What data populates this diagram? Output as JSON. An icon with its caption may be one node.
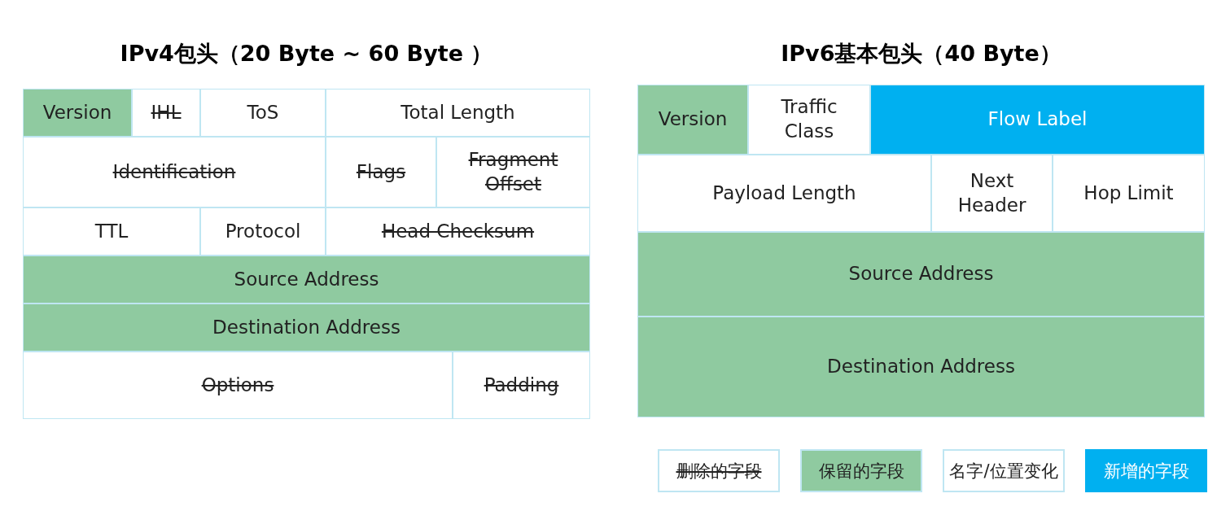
{
  "diagram": {
    "nodes": [
      {
        "text": [
          "IPv4包头（20 Byte ~ 60 Byte ）"
        ]
      },
      {
        "text": [
          "Version"
        ],
        "in": 0
      },
      {
        "text": [
          "IHL"
        ],
        "in": 0
      },
      {
        "text": [
          "ToS"
        ],
        "in": 0
      },
      {
        "text": [
          "Total Length"
        ],
        "in": 0
      },
      {
        "text": [
          "Identification"
        ],
        "in": 0
      },
      {
        "text": [
          "Flags"
        ],
        "in": 0
      },
      {
        "text": [
          "Fragment Offset"
        ],
        "in": 0
      },
      {
        "text": [
          "TTL"
        ],
        "in": 0
      },
      {
        "text": [
          "Protocol"
        ],
        "in": 0
      },
      {
        "text": [
          "Head Checksum"
        ],
        "in": 0
      },
      {
        "text": [
          "Source Address"
        ],
        "in": 0
      },
      {
        "text": [
          "Destination Address"
        ],
        "in": 0
      },
      {
        "text": [
          "Options"
        ],
        "in": 0
      },
      {
        "text": [
          "Padding"
        ],
        "in": 0
      },
      {
        "text": [
          "IPv6基本包头（40 Byte）"
        ]
      },
      {
        "text": [
          "Version"
        ],
        "in": 15
      },
      {
        "text": [
          "Traffic Class"
        ],
        "in": 15
      },
      {
        "text": [
          "Flow Label"
        ],
        "in": 15
      },
      {
        "text": [
          "Payload Length"
        ],
        "in": 15
      },
      {
        "text": [
          "Next Header"
        ],
        "in": 15
      },
      {
        "text": [
          "Hop Limit"
        ],
        "in": 15
      },
      {
        "text": [
          "Source Address"
        ],
        "in": 15
      },
      {
        "text": [
          "Destination Address"
        ],
        "in": 15
      }
    ],
    "legend": [
      {
        "text": "删除的字段",
        "color": "#ffffff"
      },
      {
        "text": "保留的字段",
        "color": "#8fcaa0"
      },
      {
        "text": "名字/位置变化",
        "color": "#ffffff"
      },
      {
        "text": "新增的字段",
        "color": "#00b0f0"
      }
    ]
  }
}
